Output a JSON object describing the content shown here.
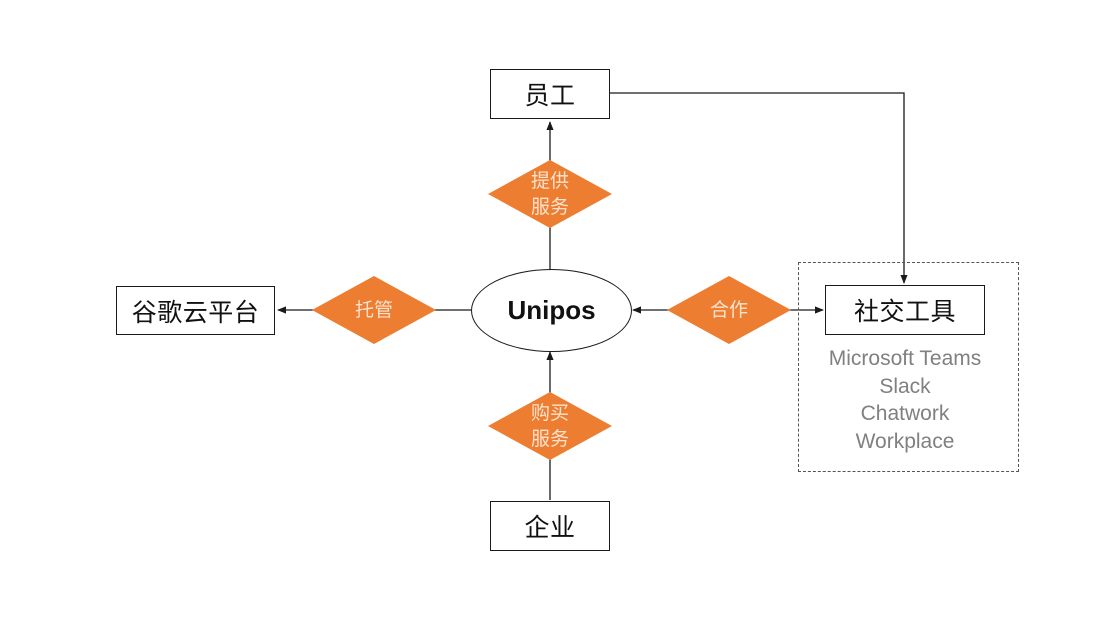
{
  "diagram": {
    "type": "ecosystem-relationship",
    "colors": {
      "diamond_fill": "#ed7d31",
      "diamond_text": "#fbe3cf",
      "line": "#1a1a1a",
      "tool_text": "#808080"
    },
    "nodes": {
      "center": {
        "label": "Unipos",
        "shape": "ellipse"
      },
      "top": {
        "label": "员工",
        "shape": "rectangle"
      },
      "left": {
        "label": "谷歌云平台",
        "shape": "rectangle"
      },
      "bottom": {
        "label": "企业",
        "shape": "rectangle"
      },
      "right": {
        "label": "社交工具",
        "shape": "rectangle"
      }
    },
    "relations": {
      "top": {
        "line1": "提供",
        "line2": "服务",
        "from": "Unipos",
        "to": "员工"
      },
      "left": {
        "label": "托管",
        "from": "Unipos",
        "to": "谷歌云平台"
      },
      "bottom": {
        "line1": "购买",
        "line2": "服务",
        "from": "企业",
        "to": "Unipos"
      },
      "right": {
        "label": "合作",
        "between": [
          "Unipos",
          "社交工具"
        ],
        "bidirectional": true
      }
    },
    "extra_edges": [
      {
        "from": "员工",
        "to": "社交工具",
        "style": "elbow"
      }
    ],
    "social_tools": [
      "Microsoft Teams",
      "Slack",
      "Chatwork",
      "Workplace"
    ]
  }
}
